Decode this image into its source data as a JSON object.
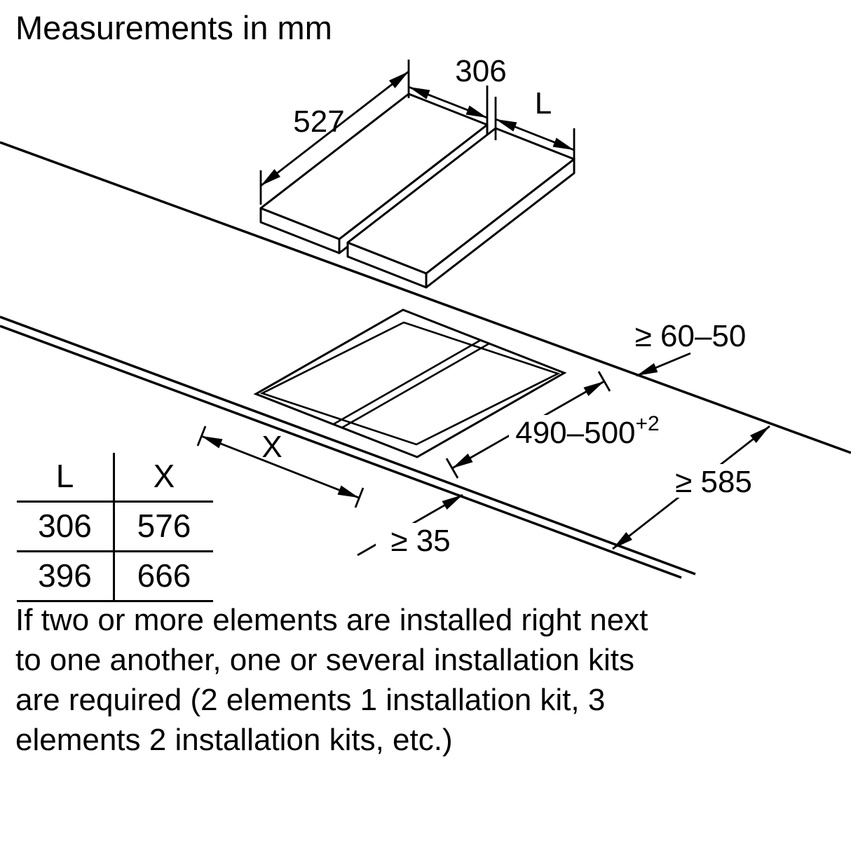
{
  "title": "Measurements in mm",
  "diagram": {
    "dims": {
      "panel_depth": "527",
      "panel_width": "306",
      "panel_width_right": "L",
      "back_clearance": "≥ 60–50",
      "cutout_depth": "490–500",
      "cutout_depth_tolerance": "+2",
      "worktop_depth": "≥ 585",
      "front_clearance": "≥ 35",
      "cutout_width": "X"
    }
  },
  "table": {
    "headers": [
      "L",
      "X"
    ],
    "rows": [
      [
        "306",
        "576"
      ],
      [
        "396",
        "666"
      ]
    ]
  },
  "note": {
    "lines": [
      "If two or more elements are installed right next",
      "to one another, one or several installation kits",
      "are required (2 elements 1 installation kit, 3",
      "elements 2 installation kits, etc.)"
    ]
  }
}
